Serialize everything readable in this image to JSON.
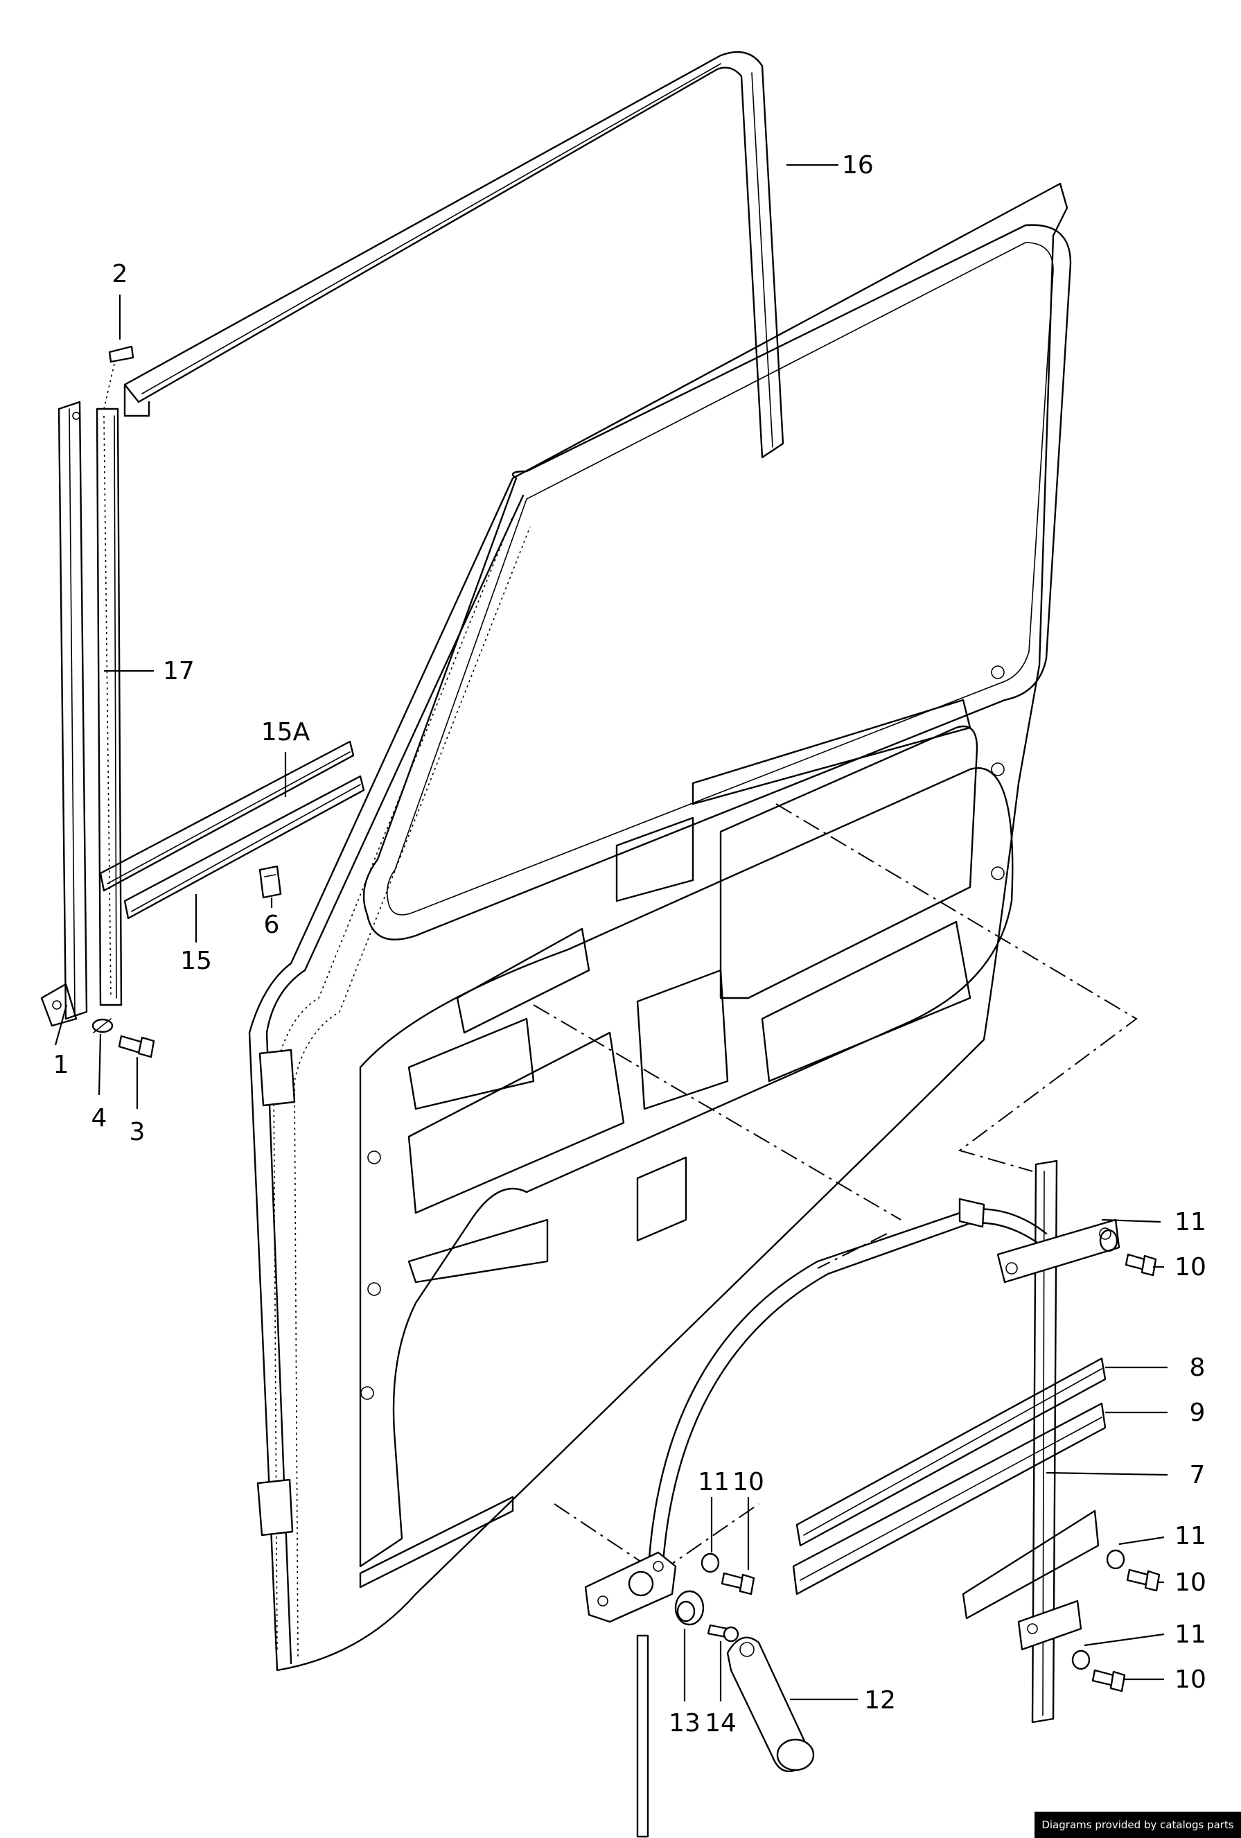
{
  "callouts": {
    "c1": "1",
    "c2": "2",
    "c3": "3",
    "c4": "4",
    "c6": "6",
    "c7": "7",
    "c8": "8",
    "c9": "9",
    "c10a": "10",
    "c10b": "10",
    "c10c": "10",
    "c10d": "10",
    "c11a": "11",
    "c11b": "11",
    "c11c": "11",
    "c11d": "11",
    "c12": "12",
    "c13": "13",
    "c14": "14",
    "c15": "15",
    "c15a": "15A",
    "c16": "16",
    "c17": "17"
  },
  "footer": {
    "text": "Diagrams provided by catalogs parts"
  }
}
